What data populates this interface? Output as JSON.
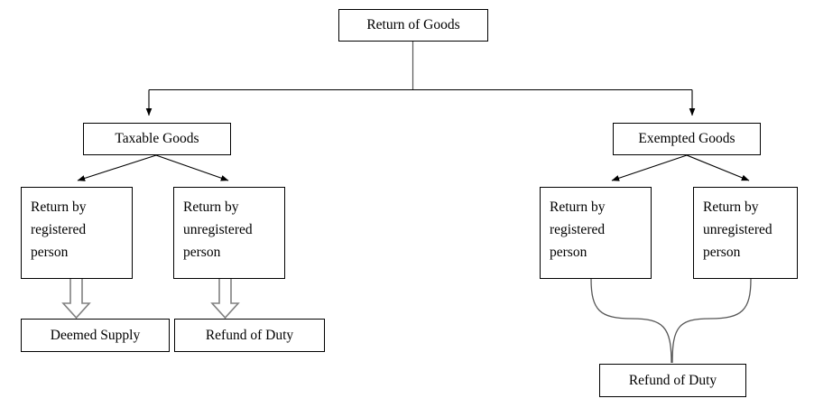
{
  "diagram": {
    "title": "Return of Goods flowchart",
    "colors": {
      "line": "#000000",
      "block_arrow": "#808080",
      "box_border": "#000000",
      "background": "#ffffff",
      "text": "#000000"
    },
    "nodes": {
      "root": {
        "label": "Return of Goods"
      },
      "taxable": {
        "label": "Taxable Goods"
      },
      "exempted": {
        "label": "Exempted Goods"
      },
      "taxable_registered": {
        "label": "Return by\nregistered\nperson"
      },
      "taxable_unregistered": {
        "label": "Return by\nunregistered\nperson"
      },
      "exempted_registered": {
        "label": "Return by\nregistered\nperson"
      },
      "exempted_unregistered": {
        "label": "Return by\nunregistered\nperson"
      },
      "deemed_supply": {
        "label": "Deemed Supply"
      },
      "refund_of_duty_left": {
        "label": "Refund of Duty"
      },
      "refund_of_duty_right": {
        "label": "Refund of Duty"
      }
    }
  }
}
